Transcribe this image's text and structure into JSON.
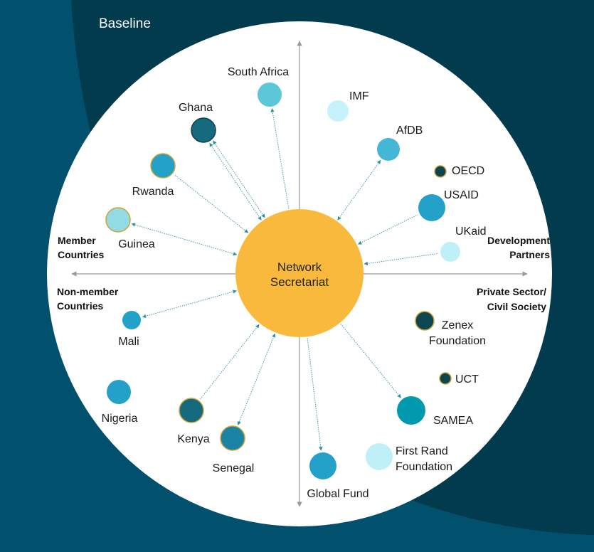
{
  "title": "Baseline",
  "center": {
    "line1": "Network",
    "line2": "Secretariat",
    "color": "#f9b93c"
  },
  "quadrants": {
    "member": {
      "line1": "Member",
      "line2": "Countries"
    },
    "non_member": {
      "line1": "Non-member",
      "line2": "Countries"
    },
    "development": {
      "line1": "Development",
      "line2": "Partners"
    },
    "private": {
      "line1": "Private Sector/",
      "line2": "Civil Society"
    }
  },
  "nodes": [
    {
      "id": "south-africa",
      "label": "South Africa",
      "color": "#5dc6d8",
      "connected": true
    },
    {
      "id": "ghana",
      "label": "Ghana",
      "color": "#156a7e",
      "connected": true
    },
    {
      "id": "rwanda",
      "label": "Rwanda",
      "color": "#23a1c9",
      "connected": true
    },
    {
      "id": "guinea",
      "label": "Guinea",
      "color": "#92dbe5",
      "connected": true
    },
    {
      "id": "mali",
      "label": "Mali",
      "color": "#23a1c9",
      "connected": true
    },
    {
      "id": "nigeria",
      "label": "Nigeria",
      "color": "#23a1c9",
      "connected": false
    },
    {
      "id": "kenya",
      "label": "Kenya",
      "color": "#156a7e",
      "connected": true
    },
    {
      "id": "senegal",
      "label": "Senegal",
      "color": "#1b84a5",
      "connected": true
    },
    {
      "id": "global-fund",
      "label": "Global Fund",
      "color": "#23a1c9",
      "connected": true
    },
    {
      "id": "first-rand",
      "label": "First Rand Foundation",
      "line1": "First Rand",
      "line2": "Foundation",
      "color": "#bff0f8",
      "connected": false
    },
    {
      "id": "samea",
      "label": "SAMEA",
      "color": "#0099ad",
      "connected": true
    },
    {
      "id": "uct",
      "label": "UCT",
      "color": "#0d4550",
      "connected": false
    },
    {
      "id": "zenex",
      "label": "Zenex Foundation",
      "line1": "Zenex",
      "line2": "Foundation",
      "color": "#0d4550",
      "connected": false
    },
    {
      "id": "imf",
      "label": "IMF",
      "color": "#c6f3fb",
      "connected": false
    },
    {
      "id": "afdb",
      "label": "AfDB",
      "color": "#46b6d6",
      "connected": true
    },
    {
      "id": "oecd",
      "label": "OECD",
      "color": "#0d4550",
      "connected": false
    },
    {
      "id": "usaid",
      "label": "USAID",
      "color": "#23a1c9",
      "connected": true
    },
    {
      "id": "ukaid",
      "label": "UKaid",
      "color": "#bff0f8",
      "connected": true
    }
  ]
}
